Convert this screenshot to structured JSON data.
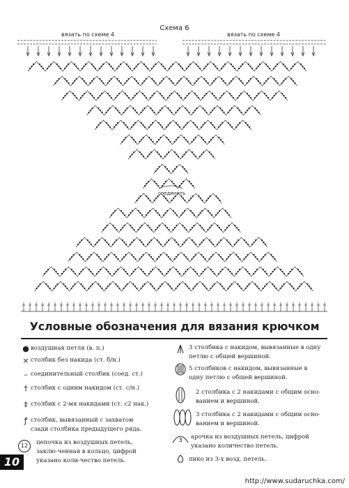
{
  "scheme": {
    "title": "Схема 6",
    "left_label": "вязать по схеме 4",
    "right_label": "вязать по схеме 4",
    "join_label": "соединить"
  },
  "legend": {
    "title": "Условные обозначения для вязания крючком",
    "left": [
      {
        "icon": "chain-stitch-icon",
        "glyph": "●",
        "text": "воздушная петля (в. п.)"
      },
      {
        "icon": "single-crochet-icon",
        "glyph": "×",
        "text": "столбик без накида (ст. б/н.)"
      },
      {
        "icon": "slip-stitch-icon",
        "glyph": "–",
        "text": "соединительный столбик (соед. ст.)"
      },
      {
        "icon": "double-crochet-icon",
        "glyph": "†",
        "text": "столбик с одним накидом (ст. с/н.)"
      },
      {
        "icon": "treble-crochet-icon",
        "glyph": "‡",
        "text": "столбик с 2-мя накидами  (ст. с2 нак.)"
      },
      {
        "icon": "back-loop-stitch-icon",
        "glyph": "ꝭ",
        "text": "столбик, вывязанный с захватом сзади столбика предыдущего ряда."
      },
      {
        "icon": "chain-ring-icon",
        "glyph": "12",
        "text": "цепочка из воздушных петель, заклю-ченная в кольцо, цифрой указано коли-чество петель."
      }
    ],
    "right": [
      {
        "icon": "three-dc-cluster-icon",
        "glyph": "₩",
        "text": "3 столбика с накидом, вывязанные в одну петлю с общей вершиной."
      },
      {
        "icon": "five-dc-cluster-icon",
        "glyph": "⋔",
        "text": "5 столбиков с накидом, вывязанные в одну петлю с общей вершиной."
      },
      {
        "icon": "two-tr-cluster-icon",
        "glyph": "⫴",
        "text": "2 столбика с 2 накидами с общим осно-ванием и вершиной."
      },
      {
        "icon": "three-tr-cluster-icon",
        "glyph": "⫴",
        "text": "3 столбика с 2 накидами с общим осно-ванием и вершиной."
      },
      {
        "icon": "chain-arch-icon",
        "glyph": "3",
        "text": "арочка из воздушных петель, цифрой указано количество петель."
      },
      {
        "icon": "picot-icon",
        "glyph": "ⵔ",
        "text": "пико из 3-х возд. петель."
      }
    ]
  },
  "page_number": "10",
  "site_url": "http://www.sudaruchka.com/"
}
